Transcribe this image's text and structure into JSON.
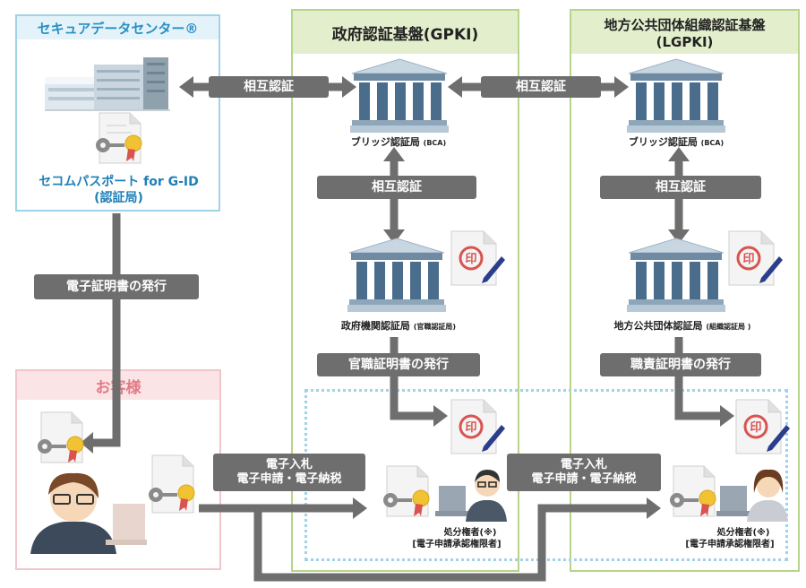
{
  "secure_dc": {
    "title": "セキュアデータセンター®",
    "ca_name_line1": "セコムパスポート for G-ID",
    "ca_name_line2": "(認証局)"
  },
  "gpki": {
    "title": "政府認証基盤(GPKI)",
    "bca": "ブリッジ認証局",
    "bca_suffix": "(BCA)",
    "ca": "政府機関認証局",
    "ca_suffix": "(官職認証局)",
    "mutual": "相互認証",
    "issue": "官職証明書の発行",
    "authority": "処分権者(※)",
    "authority_sub": "[電子申請承認権限者]"
  },
  "lgpki": {
    "title_line1": "地方公共団体組織認証基盤",
    "title_line2": "(LGPKI)",
    "bca": "ブリッジ認証局",
    "bca_suffix": "(BCA)",
    "ca": "地方公共団体認証局",
    "ca_suffix": "(組織認証局 )",
    "mutual": "相互認証",
    "issue": "職責証明書の発行",
    "authority": "処分権者(※)",
    "authority_sub": "[電子申請承認権限者]"
  },
  "customer": {
    "title": "お客様"
  },
  "labels": {
    "mutual_left": "相互認証",
    "mutual_mid": "相互認証",
    "cert_issue": "電子証明書の発行",
    "tender1_line1": "電子入札",
    "tender1_line2": "電子申請・電子納税",
    "tender2_line1": "電子入札",
    "tender2_line2": "電子申請・電子納税"
  },
  "colors": {
    "secure_border": "#9fd3e6",
    "secure_header_bg": "#e4f3f9",
    "secure_title": "#2a8fc6",
    "gpki_border": "#b6d58a",
    "gpki_header_bg": "#e3efcc",
    "customer_border": "#f1c5c9",
    "customer_header_bg": "#fbe4e6",
    "customer_title": "#e27c86",
    "gray": "#6e6e6e",
    "dotted": "#9ed3e8"
  }
}
